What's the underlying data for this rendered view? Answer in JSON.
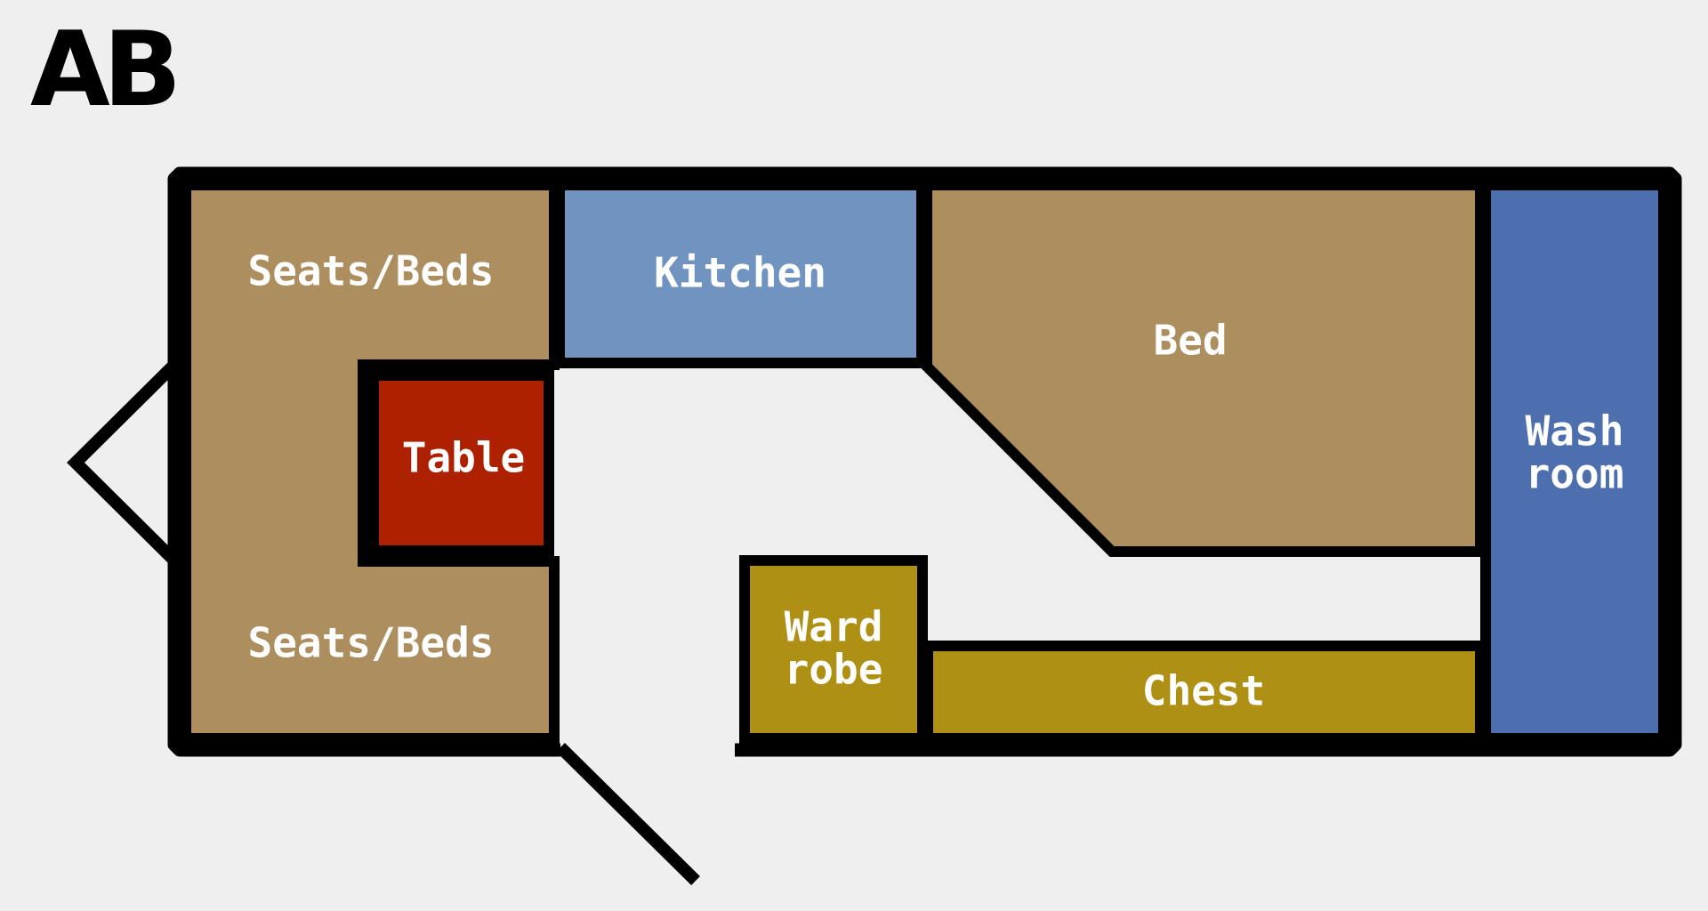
{
  "diagram": {
    "title": "AB",
    "rooms": {
      "seats_top": {
        "label": "Seats/Beds",
        "color": "#ac8e5f"
      },
      "seats_bottom": {
        "label": "Seats/Beds",
        "color": "#ac8e5f"
      },
      "table": {
        "label": "Table",
        "color": "#ad2100"
      },
      "kitchen": {
        "label": "Kitchen",
        "color": "#7193bf"
      },
      "bed": {
        "label": "Bed",
        "color": "#ac8e5f"
      },
      "washroom": {
        "line1": "Wash",
        "line2": "room",
        "color": "#4e6fae"
      },
      "wardrobe": {
        "line1": "Ward",
        "line2": "robe",
        "color": "#ad9014"
      },
      "chest": {
        "label": "Chest",
        "color": "#ad9014"
      }
    },
    "colors": {
      "wall": "#000000",
      "background": "#efefef",
      "label_text": "#ffffff"
    }
  }
}
